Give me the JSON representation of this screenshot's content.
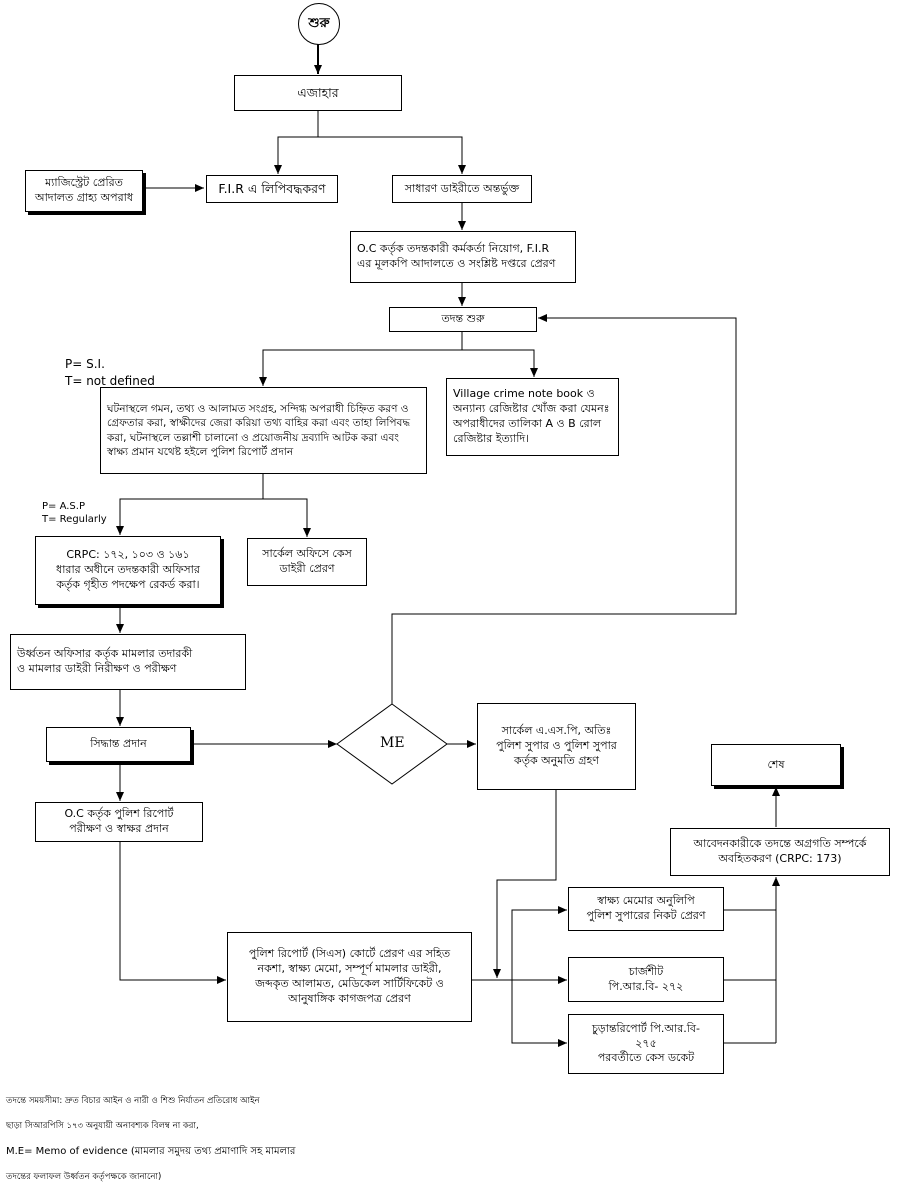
{
  "nodes": {
    "start": "শুরু",
    "ejahar": "এজাহার",
    "magistrate": "ম্যাজিস্ট্রেট প্রেরিত\nআদালত গ্রাহ্য অপরাধ",
    "fir_record": "F.I.R এ লিপিবদ্ধকরণ",
    "general_diary": "সাধারণ ডাইরীতে অন্তর্ভুক্ত",
    "oc_appoint": "O.C কর্তৃক তদন্তকারী কর্মকর্তা নিয়োগ, F.I.R\nএর মূলকপি আদালতে ও সংশ্লিষ্ট দপ্তরে প্রেরণ",
    "investigation": "তদন্ত শুরু",
    "field_investigation": "ঘটনাস্থলে গমন, তথ্য ও আলামত সংগ্রহ, সন্দিগ্ধ অপরাধী চিহ্নিত করণ ও গ্রেফতার করা, স্বাক্ষীদের জেরা করিয়া তথ্য বাহির করা এবং তাহা লিপিবদ্ধ করা, ঘটনাস্থলে তল্লাশী চালানো ও প্রয়োজনীয় দ্রব্যাদি আটক করা এবং স্বাক্ষ্য প্রমান যথেষ্ট হইলে পুলিশ রিপোর্ট প্রদান",
    "village_crime": "Village crime note book ও অন্যান্য রেজিষ্টার খোঁজ করা যেমনঃ অপরাধীদের তালিকা A ও B রোল রেজিষ্টার ইত্যাদি।",
    "crpc": "CRPC: ১৭২, ১০৩ ও ১৬১\nধারার অধীনে তদন্তকারী অফিসার\nকর্তৃক গৃহীত পদক্ষেপ রেকর্ড করা।",
    "circle_office": "সার্কেল অফিসে কেস\nডাইরী প্রেরণ",
    "superior_inspect": "উর্ধ্বতন অফিসার কর্তৃক মামলার তদারকী\nও মামলার ডাইরী নিরীক্ষণ ও পরীক্ষণ",
    "decision": "সিদ্ধান্ত প্রদান",
    "me": "ME",
    "circle_asp": "সার্কেল এ.এস.পি, অতিঃ\nপুলিশ সুপার ও পুলিশ সুপার\nকর্তৃক অনুমতি গ্রহণ",
    "oc_sign": "O.C কর্তৃক পুলিশ রিপোর্ট\nপরীক্ষণ ও স্বাক্ষর প্রদান",
    "police_report": "পুলিশ রিপোর্ট (সিএস) কোর্টে প্রেরণ এর সহিত\nনকশা, স্বাক্ষ্য মেমো, সম্পূর্ণ মামলার ডাইরী,\nজব্দকৃত আলামত, মেডিকেল সার্টিফিকেট ও\nআনুষাঙ্গিক কাগজপত্র প্রেরণ",
    "memo_copy": "স্বাক্ষ্য মেমোর অনুলিপি\nপুলিশ সুপারের নিকট প্রেরণ",
    "chargesheet": "চার্জশীট\nপি.আর.বি- ২৭২",
    "final_report": "চুড়ান্তরিপোর্ট পি.আর.বি-\n২৭৫\nপরবর্তীতে কেস ডকেট",
    "inform_applicant": "আবেদনকারীকে তদন্তে অগ্রগতি সম্পর্কে\nঅবহিতকরণ (CRPC: 173)",
    "end": "শেষ"
  },
  "notes": {
    "p_si": "P= S.I.",
    "t_not_defined": "T= not defined",
    "p_asp": "P= A.S.P",
    "t_regularly": "T= Regularly"
  },
  "footnote": {
    "line1": "তদন্তে সময়সীমা: দ্রুত বিচার আইন ও নারী ও শিশু নির্যাতন প্রতিরোধ আইন",
    "line2": "ছাড়া সিআরপিসি ১৭৩ অনুযায়ী অনাবশ্যক বিলম্ব না করা,",
    "line3": "M.E= Memo of evidence (মামলার সমুদয় তথ্য প্রমাণাদি সহ মামলার",
    "line4": "তদন্তের ফলাফল উর্ধ্বতন কর্তৃপক্ষকে জানানো)"
  }
}
